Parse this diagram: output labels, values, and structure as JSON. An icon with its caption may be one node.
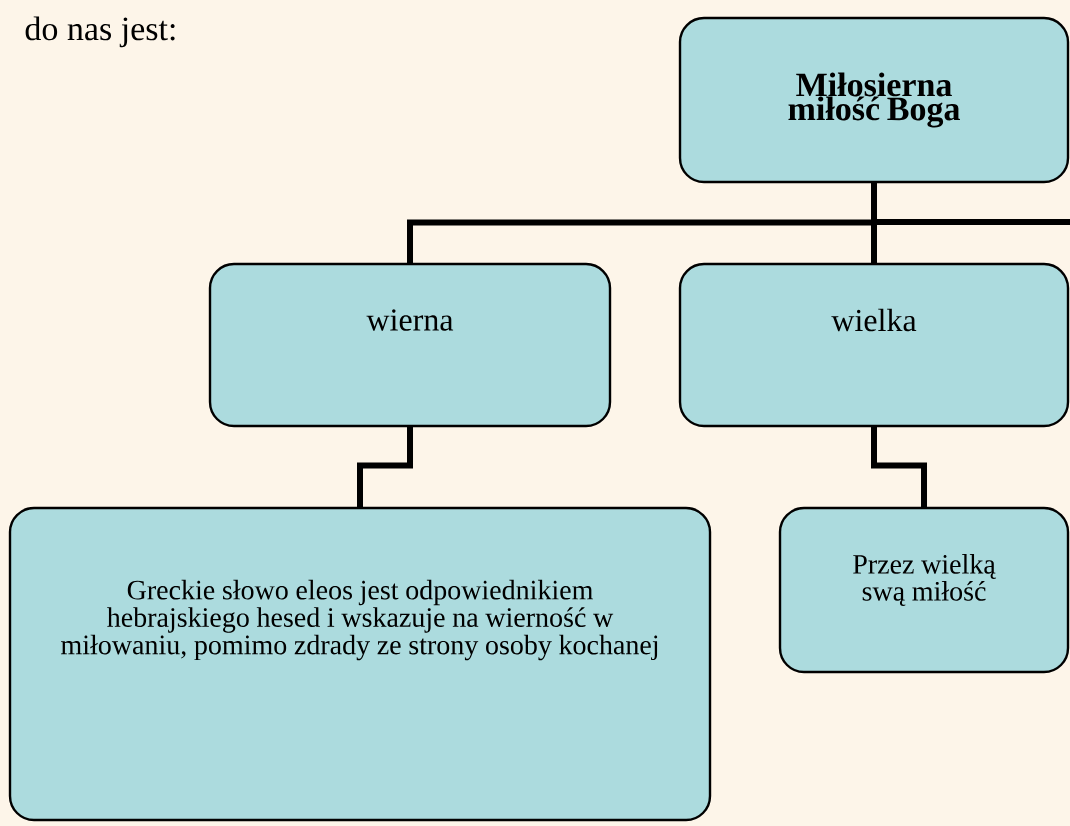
{
  "diagram": {
    "nodes": [
      {
        "text": [
          "Miłosierna miłość Boga"
        ]
      },
      {
        "text": [
          "wierna"
        ]
      },
      {
        "text": [
          "wielka"
        ]
      },
      {
        "text": [
          "Greckie słowo eleos jest odpowiednikiem hebrajskiego hesed i wskazuje na wierność w miłowaniu, pomimo zdrady ze strony osoby kochanej"
        ]
      },
      {
        "text": [
          "Przez wielką swą miłość"
        ]
      }
    ],
    "edges": [
      {
        "from": 0,
        "to": 1,
        "arrow": "none"
      },
      {
        "from": 0,
        "to": 2,
        "arrow": "none"
      },
      {
        "from": 0,
        "to": null,
        "arrow": "none"
      },
      {
        "from": 1,
        "to": 3,
        "arrow": "none"
      },
      {
        "from": 2,
        "to": 4,
        "arrow": "none"
      }
    ],
    "labels": [
      "do nas jest:"
    ]
  }
}
